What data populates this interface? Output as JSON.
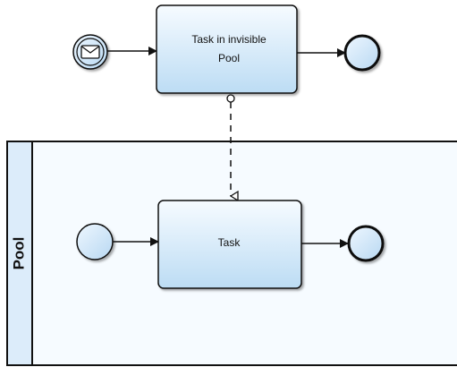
{
  "diagram": {
    "tasks": {
      "top_task_line1": "Task in invisible",
      "top_task_line2": "Pool",
      "pool_task": "Task"
    },
    "pool": {
      "label": "Pool"
    },
    "elements": {
      "message_start_event": "message-start-event",
      "top_end_event": "end-event",
      "pool_start_event": "start-event",
      "pool_end_event": "end-event"
    }
  },
  "colors": {
    "task_fill_top": "#f4f9ff",
    "task_fill_bottom": "#bcdcf4",
    "event_fill": "#d6ebfb",
    "pool_fill": "#f6fbff",
    "pool_header_fill": "#dcecfa",
    "stroke": "#111111"
  }
}
